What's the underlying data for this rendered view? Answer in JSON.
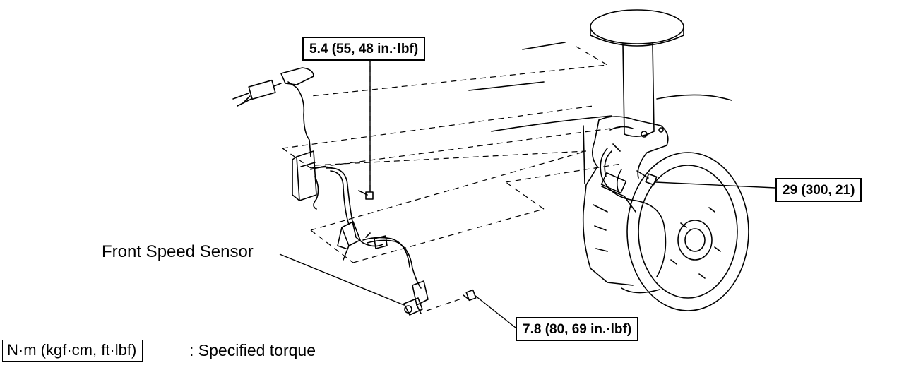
{
  "diagram": {
    "callouts": {
      "sensor_bolt_torque": "5.4 (55, 48 in.·lbf)",
      "bracket_bolt_torque": "29 (300, 21)",
      "clamp_bolt_torque": "7.8 (80, 69 in.·lbf)"
    },
    "labels": {
      "front_speed_sensor": "Front Speed Sensor"
    },
    "legend": {
      "unit_box": "N·m (kgf·cm, ft·lbf)",
      "description": ": Specified torque"
    }
  }
}
